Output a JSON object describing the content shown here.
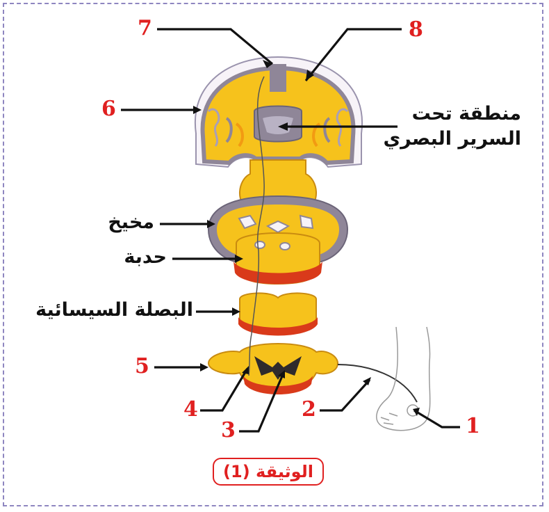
{
  "labels": {
    "hypothalamus": "منطقة تحت السرير البصري",
    "cerebellum": "مخيخ",
    "pons": "حدبة",
    "medulla": "البصلة السيسائية"
  },
  "numbers": {
    "n1": "1",
    "n2": "2",
    "n3": "3",
    "n4": "4",
    "n5": "5",
    "n6": "6",
    "n7": "7",
    "n8": "8"
  },
  "caption": "الوثيقة (1)",
  "colors": {
    "frame": "#8e86c0",
    "number": "#e02020",
    "tissue_yellow": "#f6c21c",
    "tissue_orange": "#f29a12",
    "red_band": "#d93a1a",
    "grey_matter": "#8f8698"
  }
}
